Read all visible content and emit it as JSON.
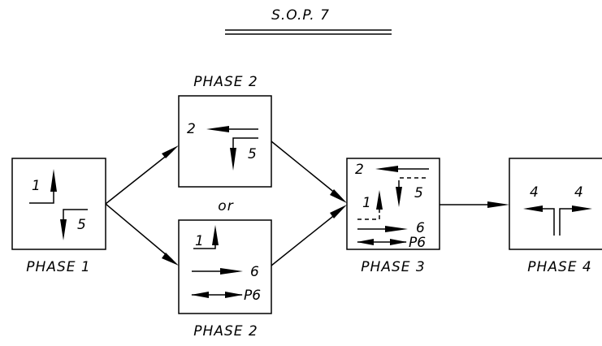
{
  "title": "S.O.P. 7",
  "or_label": "or",
  "phases": {
    "phase1": {
      "label": "PHASE 1",
      "move_a": "1",
      "move_b": "5"
    },
    "phase2_top": {
      "label": "PHASE 2",
      "move_a": "2",
      "move_b": "5"
    },
    "phase2_bottom": {
      "label": "PHASE 2",
      "move_a": "1",
      "move_b": "6",
      "ped": "P6"
    },
    "phase3": {
      "label": "PHASE 3",
      "move_a": "2",
      "move_b": "5",
      "move_c": "1",
      "move_d": "6",
      "ped": "P6"
    },
    "phase4": {
      "label": "PHASE 4",
      "move_a": "4",
      "move_b": "4"
    }
  }
}
